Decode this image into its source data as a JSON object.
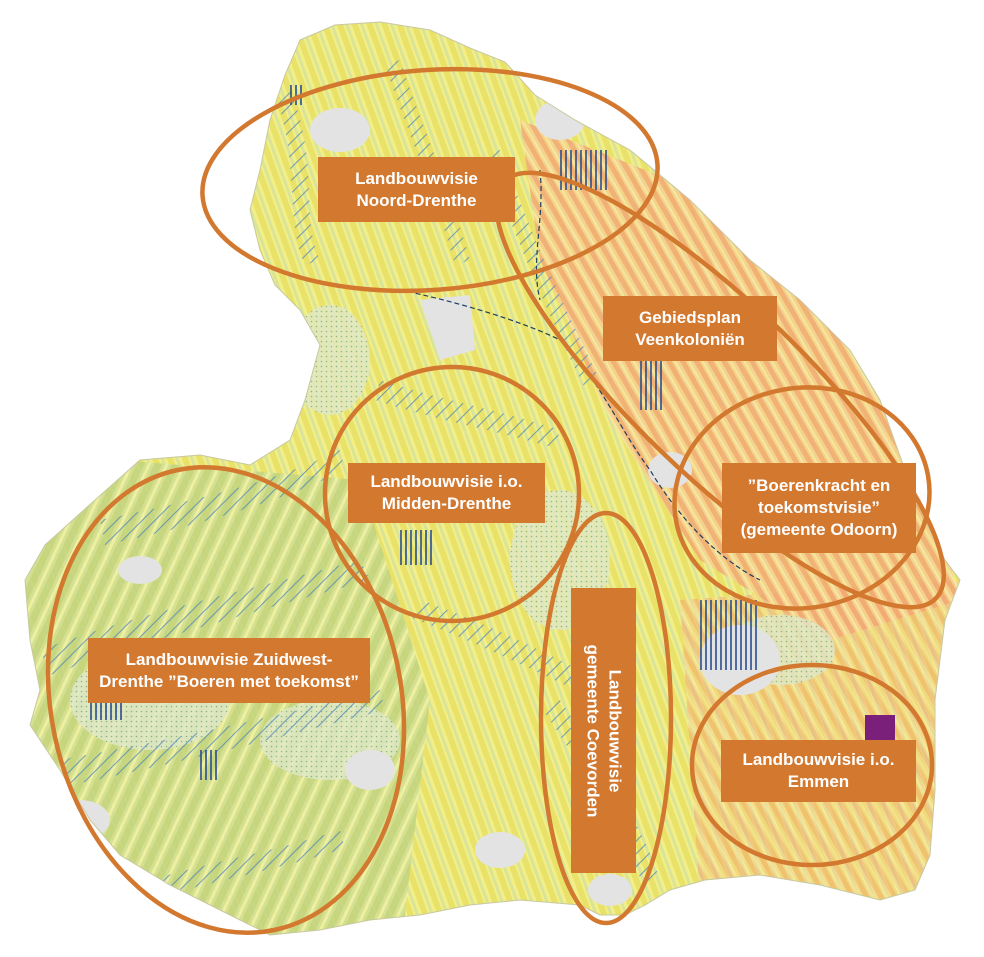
{
  "map": {
    "region_colors": {
      "land": "#f2f28a",
      "grass": "#c9dc8e",
      "urban": "#e3e3e3",
      "arable_orange": "#f5b27a",
      "water_hatch": "#4f86b8",
      "industrial": "#7a1f7a",
      "outline": "#d2782f"
    },
    "labels": {
      "noord": [
        "Landbouwvisie",
        "Noord-Drenthe"
      ],
      "veenkolonien": [
        "Gebiedsplan",
        "Veenkoloniën"
      ],
      "midden": [
        "Landbouwvisie i.o.",
        "Midden-Drenthe"
      ],
      "odoorn": [
        "”Boerenkracht en",
        "toekomstvisie”",
        "(gemeente Odoorn)"
      ],
      "zuidwest": [
        "Landbouwvisie Zuidwest-",
        "Drenthe ”Boeren met toekomst”"
      ],
      "coevorden": [
        "Landbouwvisie",
        "gemeente Coevorden"
      ],
      "emmen": [
        "Landbouwvisie i.o.",
        "Emmen"
      ]
    }
  }
}
